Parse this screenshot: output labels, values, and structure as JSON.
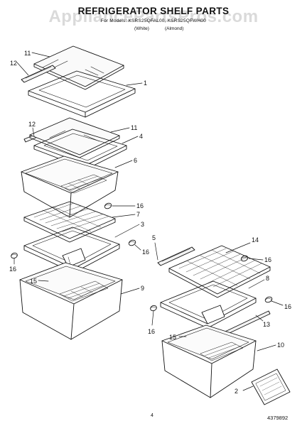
{
  "header": {
    "title": "REFRIGERATOR SHELF PARTS",
    "subtitle": "For Models: KSRS25QFAL00, KSRS25QFWH00",
    "color_white": "(White)",
    "color_almond": "(Almond)"
  },
  "watermark": "AppliancePartsPros.com",
  "footer": {
    "page_number": "4",
    "part_number": "4379892"
  },
  "callouts": [
    "11",
    "12",
    "1",
    "12",
    "11",
    "4",
    "6",
    "16",
    "7",
    "3",
    "16",
    "16",
    "15",
    "9",
    "5",
    "14",
    "16",
    "8",
    "16",
    "13",
    "16",
    "15",
    "10",
    "2"
  ]
}
